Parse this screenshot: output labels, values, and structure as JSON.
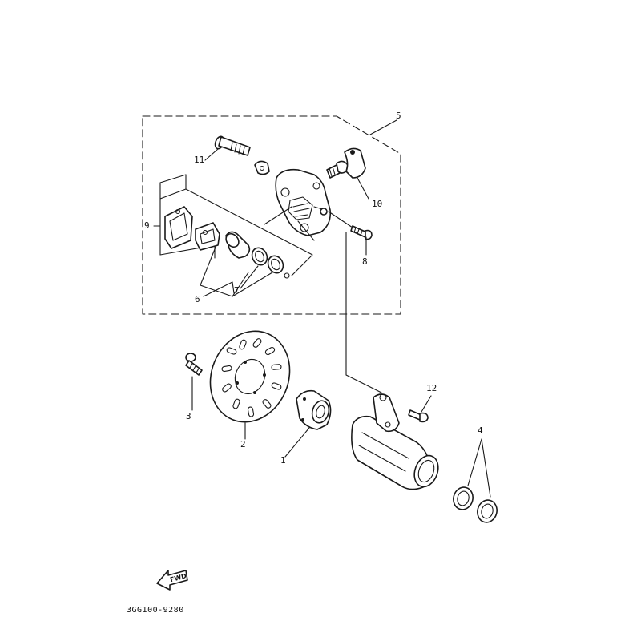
{
  "diagram": {
    "parts": [
      {
        "label": "1"
      },
      {
        "label": "2"
      },
      {
        "label": "3"
      },
      {
        "label": "4"
      },
      {
        "label": "5"
      },
      {
        "label": "6"
      },
      {
        "label": "7"
      },
      {
        "label": "8"
      },
      {
        "label": "9"
      },
      {
        "label": "10"
      },
      {
        "label": "11"
      },
      {
        "label": "12"
      }
    ],
    "fwd_label": "FWD",
    "drawing_code": "3GG100-9280"
  },
  "colors": {
    "ink": "#1a1a1a",
    "background": "#ffffff"
  }
}
